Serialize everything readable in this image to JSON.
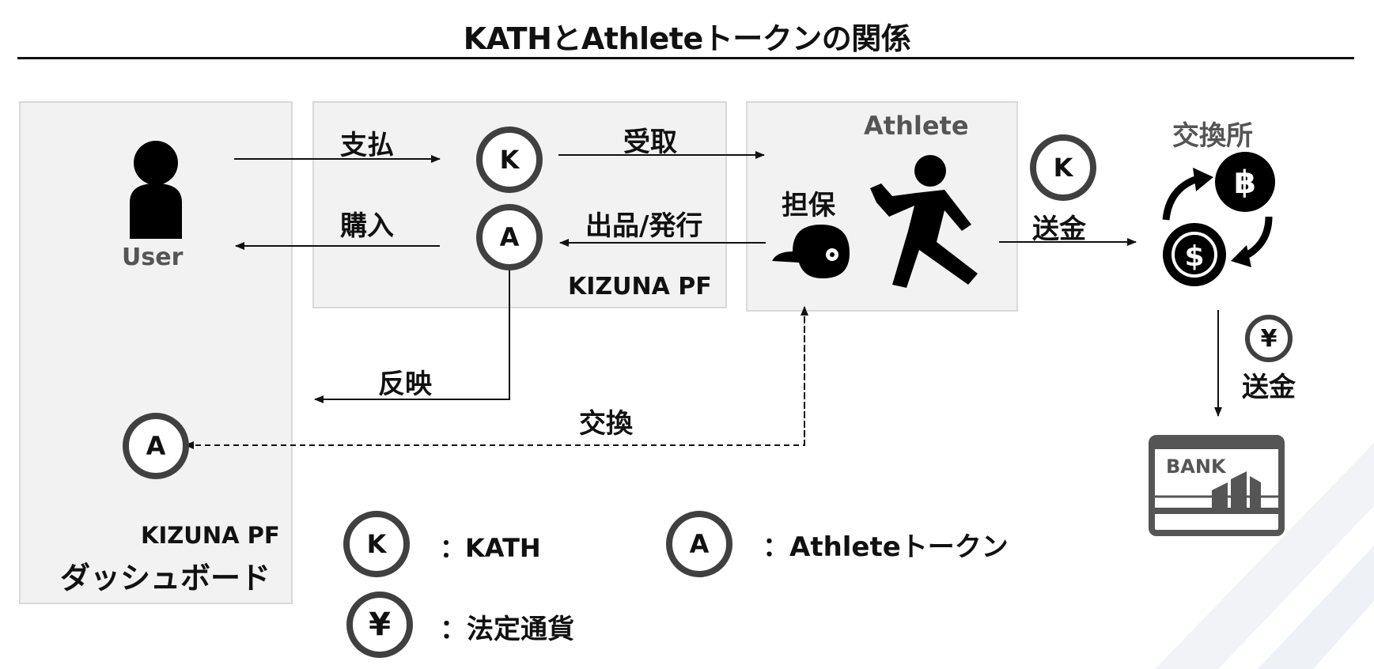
{
  "title": "KATHとAthleteトークンの関係",
  "user": {
    "label": "User"
  },
  "dashboard": {
    "pf": "KIZUNA PF",
    "name": "ダッシュボード"
  },
  "platform": {
    "label": "KIZUNA PF"
  },
  "athlete": {
    "label": "Athlete",
    "collateral": "担保"
  },
  "exchange": {
    "label": "交換所"
  },
  "arrows": {
    "pay": "支払",
    "receive": "受取",
    "purchase": "購入",
    "listing": "出品/発行",
    "reflect": "反映",
    "swap": "交換",
    "remit1": "送金",
    "remit2": "送金"
  },
  "coins": {
    "k": "K",
    "a": "A",
    "yen": "¥"
  },
  "bank": {
    "label": "BANK"
  },
  "legend": {
    "kath": "：KATH",
    "athlete_token": "：Athleteトークン",
    "fiat": "：法定通貨"
  },
  "colors": {
    "ink": "#111111",
    "coin_ring": "#404040",
    "box_fill": "#f2f2f2",
    "box_border": "#d9d9d9",
    "muted_text": "#555555",
    "bank": "#555555"
  }
}
